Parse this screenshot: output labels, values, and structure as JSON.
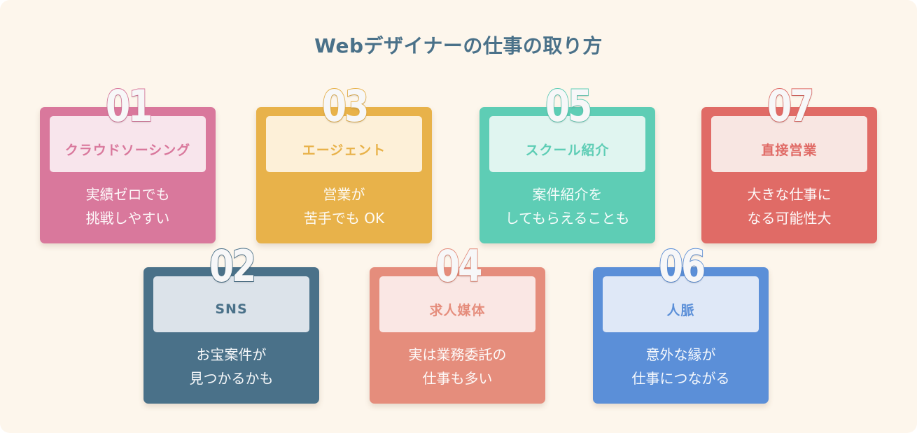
{
  "title": "Webデザイナーの仕事の取り方",
  "colors": {
    "background": "#fdf6ec",
    "title": "#4a7189"
  },
  "cards": [
    {
      "number": "01",
      "label": "クラウドソーシング",
      "desc_line1": "実績ゼロでも",
      "desc_line2": "挑戦しやすい",
      "color": "#d9789c",
      "label_bg": "#f8e5ec"
    },
    {
      "number": "02",
      "label": "SNS",
      "desc_line1": "お宝案件が",
      "desc_line2": "見つかるかも",
      "color": "#4a7189",
      "label_bg": "#dce3ea"
    },
    {
      "number": "03",
      "label": "エージェント",
      "desc_line1": "営業が",
      "desc_line2": "苦手でも OK",
      "color": "#e8b24a",
      "label_bg": "#fdf0d8"
    },
    {
      "number": "04",
      "label": "求人媒体",
      "desc_line1": "実は業務委託の",
      "desc_line2": "仕事も多い",
      "color": "#e58d7c",
      "label_bg": "#fae7e4"
    },
    {
      "number": "05",
      "label": "スクール紹介",
      "desc_line1": "案件紹介を",
      "desc_line2": "してもらえることも",
      "color": "#5ecdb5",
      "label_bg": "#e0f5f0"
    },
    {
      "number": "06",
      "label": "人脈",
      "desc_line1": "意外な縁が",
      "desc_line2": "仕事につながる",
      "color": "#5b8fd8",
      "label_bg": "#dfe8f7"
    },
    {
      "number": "07",
      "label": "直接営業",
      "desc_line1": "大きな仕事に",
      "desc_line2": "なる可能性大",
      "color": "#e06b66",
      "label_bg": "#f8e6e2"
    }
  ]
}
